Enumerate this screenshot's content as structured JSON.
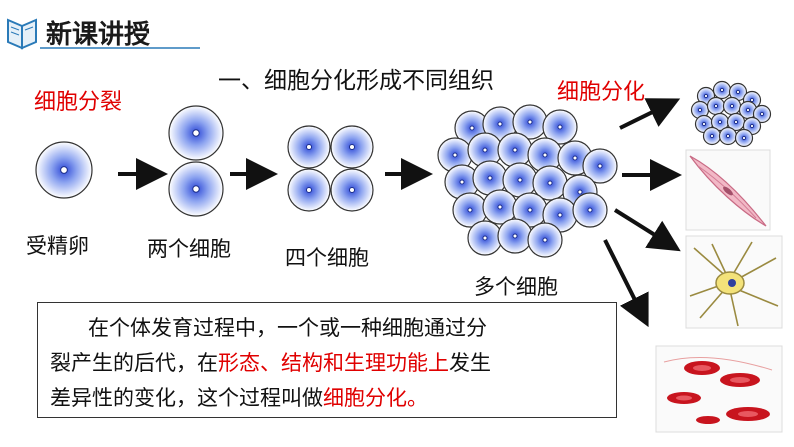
{
  "header": {
    "title": "新课讲授"
  },
  "section_title": "一、细胞分化形成不同组织",
  "labels": {
    "division": "细胞分裂",
    "differentiation": "细胞分化",
    "fertilized_egg": "受精卵",
    "two_cells": "两个细胞",
    "four_cells": "四个细胞",
    "many_cells": "多个细胞"
  },
  "description": {
    "line1": "在个体发育过程中，一个或一种细胞通过分",
    "line2_a": "裂产生的后代，在",
    "line2_b": "形态、结构和生理功能上",
    "line2_c": "发生",
    "line3_a": "差异性的变化，这个过程叫做",
    "line3_b": "细胞分化。"
  },
  "colors": {
    "cell_center": "#3b5bdb",
    "cell_edge": "#ffffff",
    "highlight": "#e00000",
    "header_accent": "#2a7ab8",
    "muscle": "#f2b8c6",
    "neuron": "#f3e27a",
    "blood": "#c8141e"
  }
}
